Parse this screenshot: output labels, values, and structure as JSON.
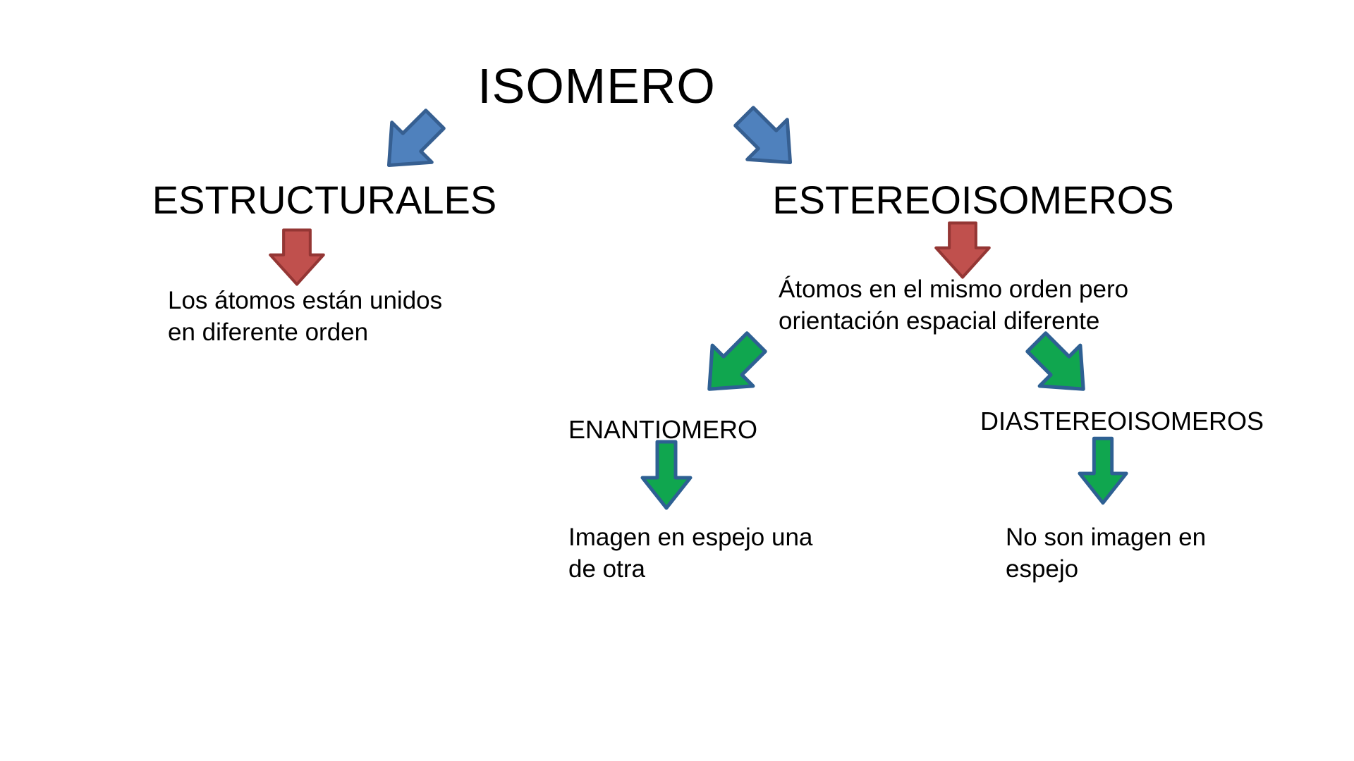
{
  "colors": {
    "background": "#FFFFFF",
    "text": "#000000",
    "blue-fill": "#4F81BD",
    "blue-stroke": "#365F91",
    "red-fill": "#C0504D",
    "red-stroke": "#943634",
    "green-fill": "#10A64F",
    "green-stroke": "#2E6093"
  },
  "diagram": {
    "title": "ISOMERO",
    "branches": {
      "left": {
        "label": "ESTRUCTURALES",
        "description_lines": [
          "Los átomos están unidos",
          "en diferente orden"
        ]
      },
      "right": {
        "label": "ESTEREOISOMEROS",
        "description_lines": [
          "Átomos en el mismo orden pero",
          "orientación espacial diferente"
        ],
        "children": {
          "left": {
            "label": "ENANTIOMERO",
            "description_lines": [
              "Imagen en espejo una",
              "de otra"
            ]
          },
          "right": {
            "label": "DIASTEREOISOMEROS",
            "description_lines": [
              "No son imagen en",
              "espejo"
            ]
          }
        }
      }
    }
  }
}
